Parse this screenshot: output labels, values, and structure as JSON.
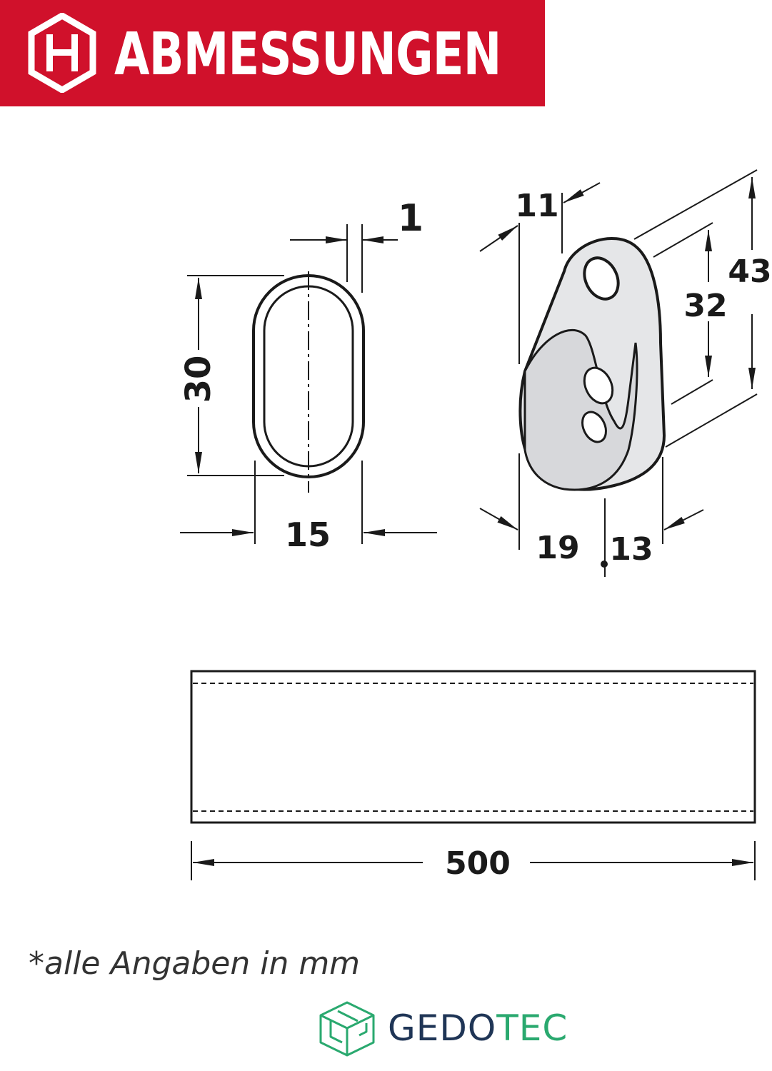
{
  "header": {
    "title": "ABMESSUNGEN",
    "accent_color": "#d0112b",
    "icon": "hexagon-h-icon"
  },
  "dimensions": {
    "oval_wall": "1",
    "oval_height": "30",
    "oval_width": "15",
    "bracket_thickness": "11",
    "bracket_hole_spacing": "32",
    "bracket_height": "43",
    "bracket_depth": "19",
    "bracket_width": "13",
    "rail_length": "500"
  },
  "footnote": "*alle Angaben in mm",
  "brand": {
    "part1": "GEDO",
    "part2": "TEC",
    "color_dark": "#1f3556",
    "color_green": "#2aa96f",
    "icon": "gedotec-cube-icon"
  }
}
